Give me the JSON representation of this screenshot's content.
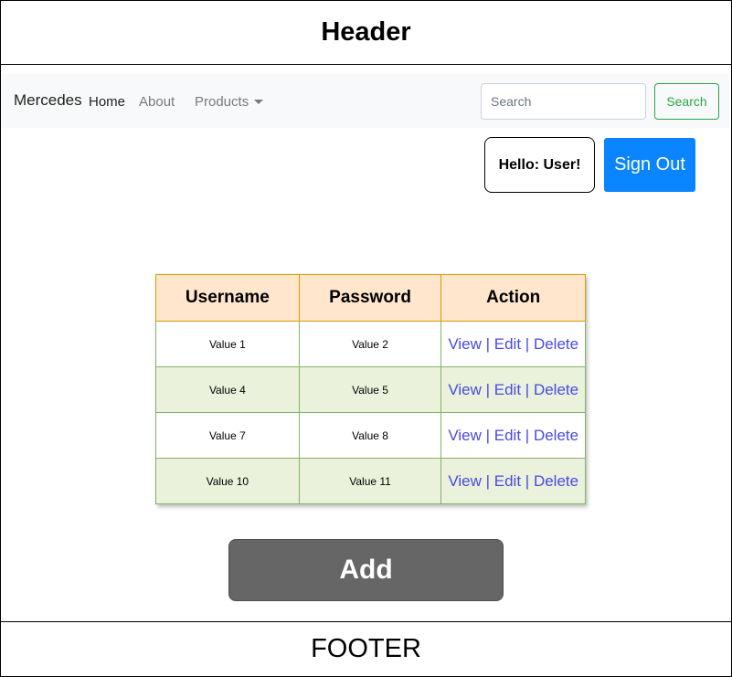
{
  "header": {
    "title": "Header"
  },
  "navbar": {
    "brand": "Mercedes",
    "home": "Home",
    "about": "About",
    "products": "Products",
    "search_placeholder": "Search",
    "search_button": "Search"
  },
  "user": {
    "greeting": "Hello: User!",
    "sign_out": "Sign Out"
  },
  "table": {
    "headers": [
      "Username",
      "Password",
      "Action"
    ],
    "rows": [
      {
        "username": "Value 1",
        "password": "Value 2"
      },
      {
        "username": "Value 4",
        "password": "Value 5"
      },
      {
        "username": "Value 7",
        "password": "Value 8"
      },
      {
        "username": "Value 10",
        "password": "Value 11"
      }
    ],
    "actions": {
      "view": "View",
      "edit": "Edit",
      "delete": "Delete",
      "separator": "|"
    }
  },
  "add_button": "Add",
  "footer": {
    "text": "FOOTER"
  },
  "colors": {
    "table_header_bg": "#ffe6cc",
    "table_header_border": "#d79b00",
    "row_alt_bg": "#eaf2dc",
    "row_border": "#82b366",
    "sign_out_bg": "#0a84ff",
    "search_green": "#28a745",
    "add_bg": "#666666",
    "link_color": "#4a4ae0"
  }
}
